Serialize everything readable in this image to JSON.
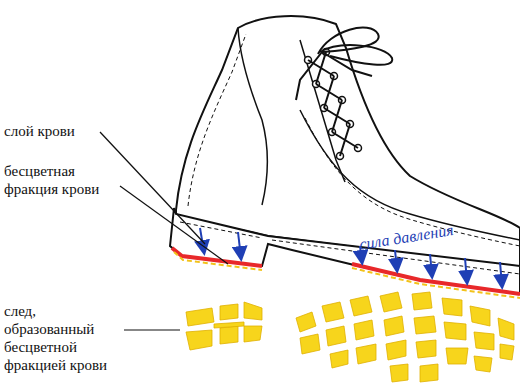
{
  "diagram": {
    "labels": [
      "слой крови",
      "бесцветная фракция крови",
      "сила давления",
      "след, образованный бесцветной фракцией крови"
    ]
  }
}
